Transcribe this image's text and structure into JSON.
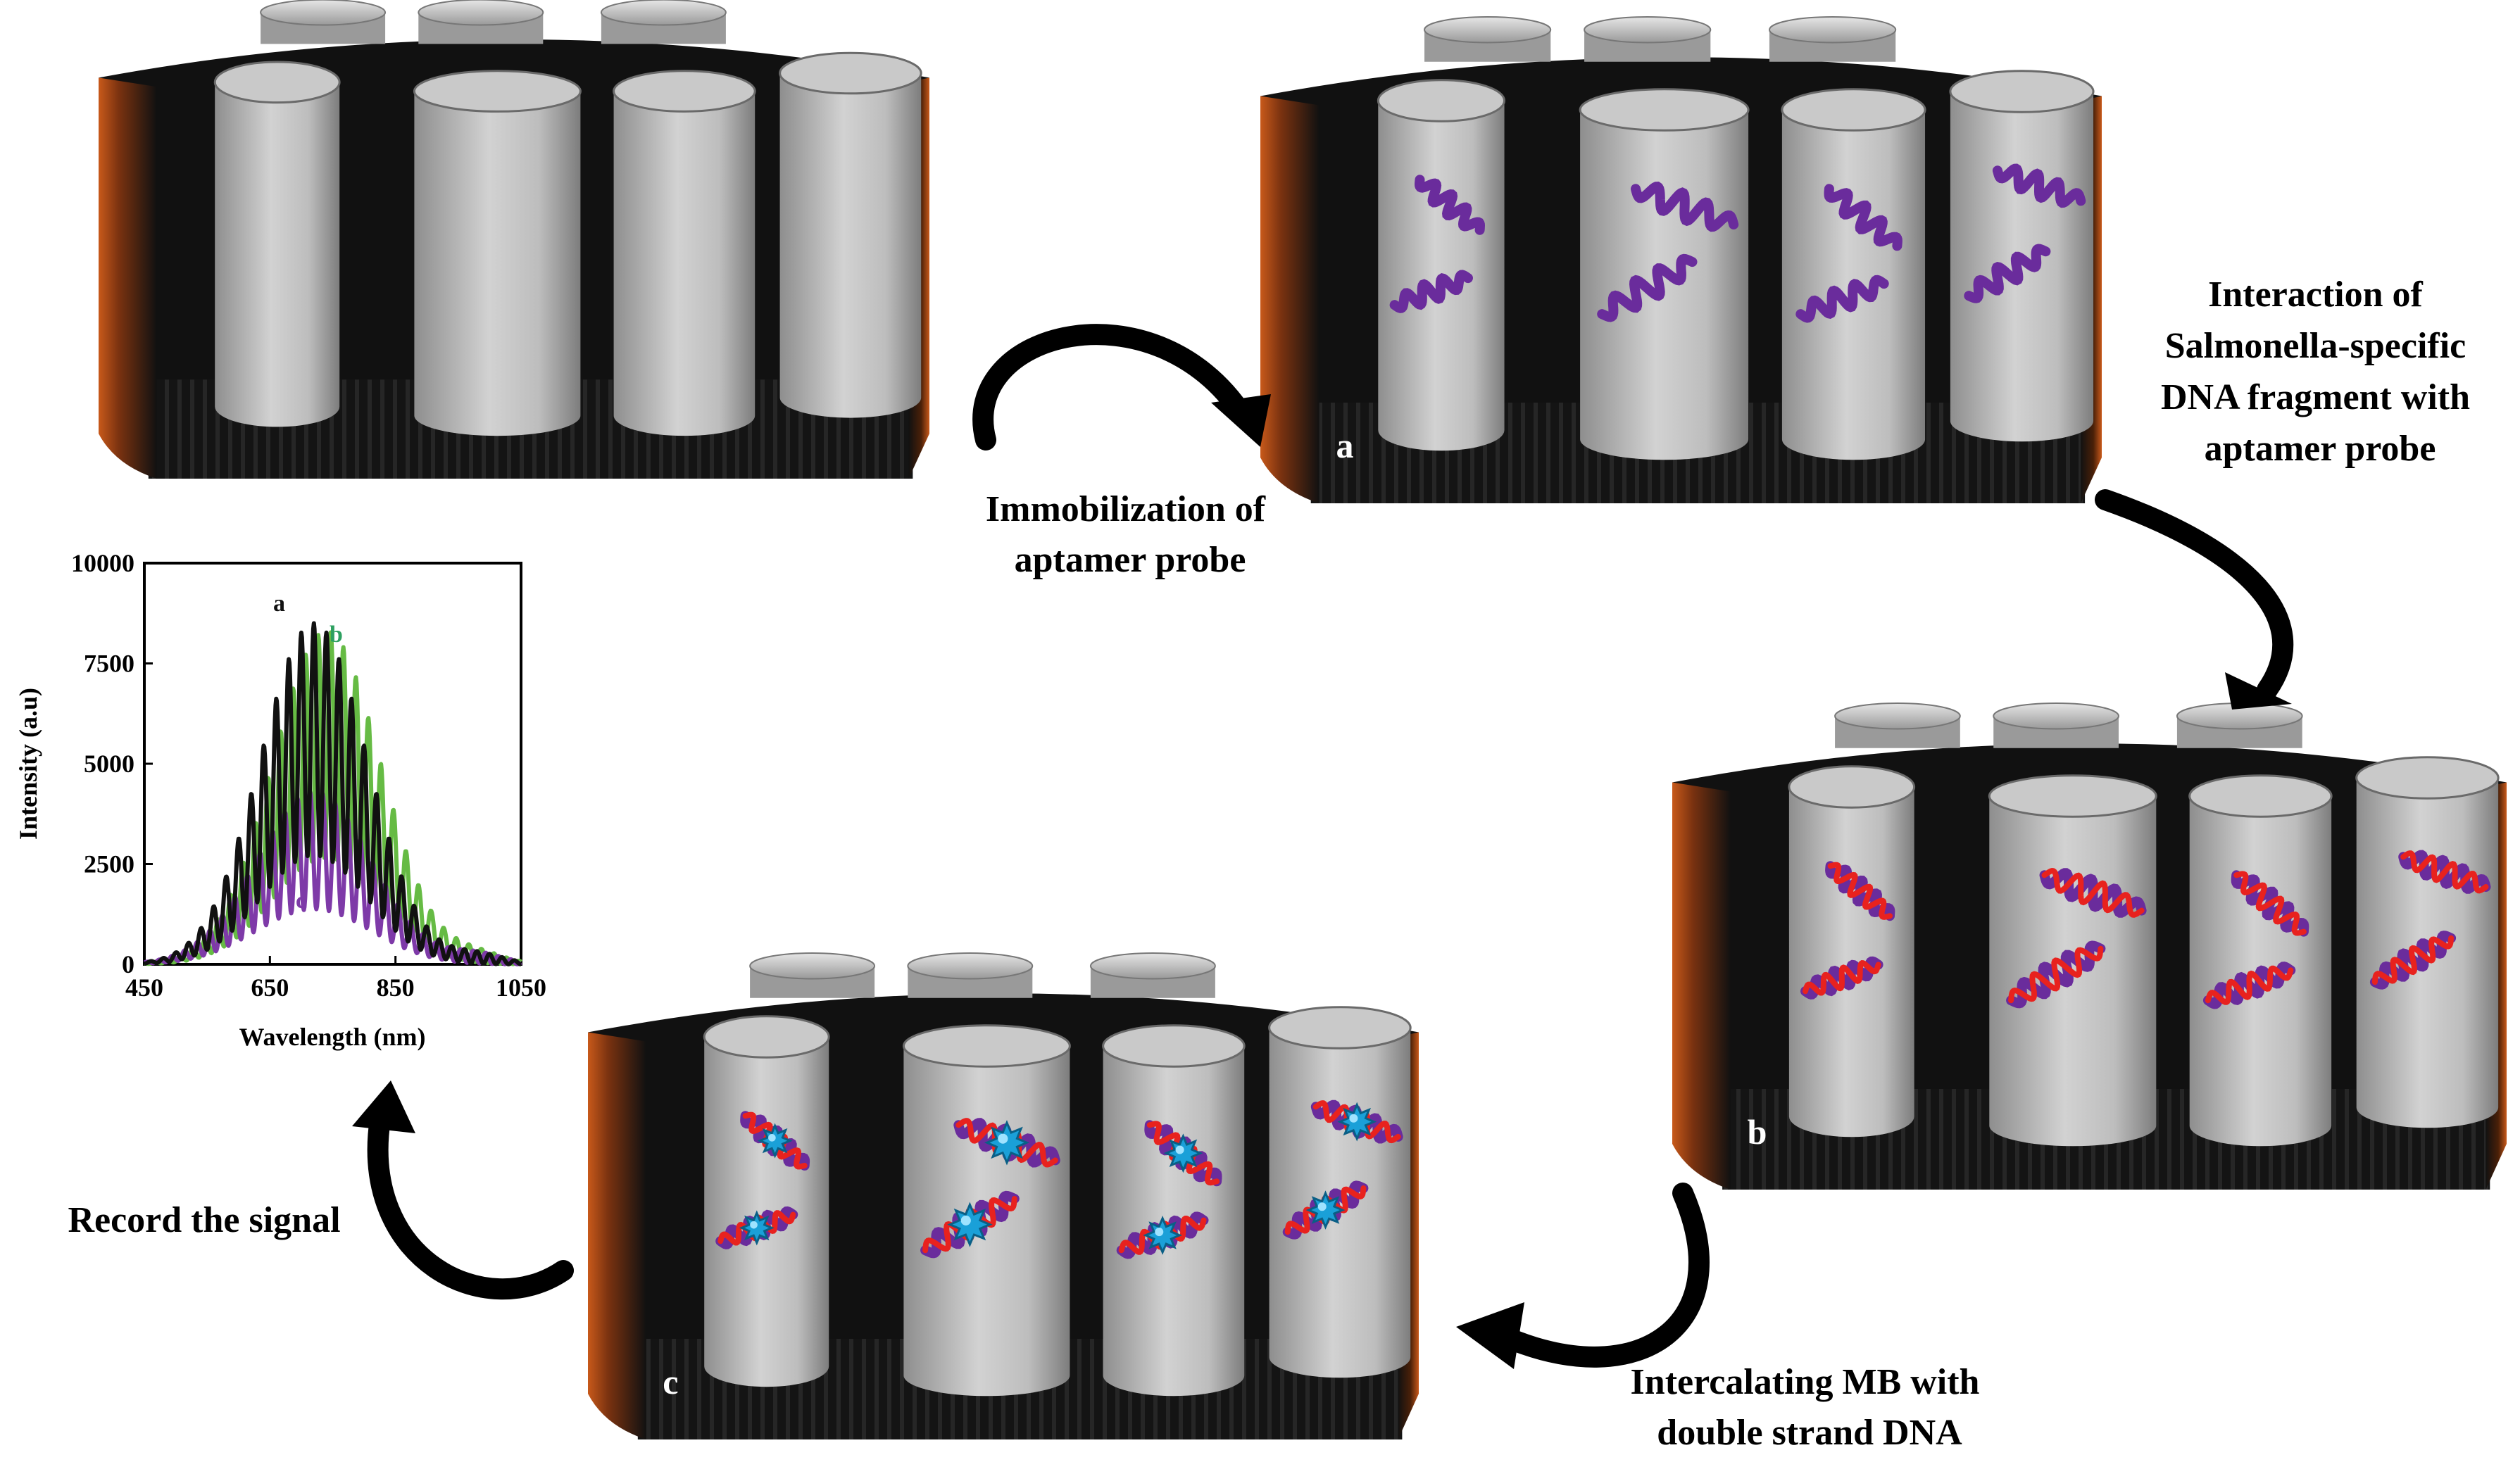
{
  "panels": {
    "bare": {
      "letter": ""
    },
    "a": {
      "letter": "a"
    },
    "b": {
      "letter": "b"
    },
    "c": {
      "letter": "c"
    }
  },
  "steps": {
    "immobilization": [
      "Immobilization  of",
      "aptamer probe"
    ],
    "interaction": [
      "Interaction  of",
      "Salmonella-specific",
      "DNA fragment with",
      "aptamer probe"
    ],
    "intercalating": [
      "Intercalating  MB with",
      "double strand DNA"
    ],
    "record": [
      "Record the signal"
    ]
  },
  "colors": {
    "aptamer": "#6a2c9c",
    "target_dna": "#e8221e",
    "methylene_blue": "#1aa0d8",
    "holder_dark": "#111111",
    "holder_orange": "#c8591a",
    "well": "#b8b8b8"
  },
  "chart_data": {
    "type": "line",
    "xlabel": "Wavelength (nm)",
    "ylabel": "Intensity (a.u)",
    "xlim": [
      450,
      1050
    ],
    "ylim": [
      0,
      10000
    ],
    "xticks": [
      "450",
      "650",
      "850",
      "1050"
    ],
    "yticks": [
      "0",
      "2500",
      "5000",
      "7500",
      "10000"
    ],
    "series": [
      {
        "name": "a",
        "color": "#111111",
        "peak": 8500,
        "center": 720,
        "width": 120,
        "period": 20,
        "phase": 0
      },
      {
        "name": "b",
        "color": "#66bb44",
        "peak": 8300,
        "center": 740,
        "width": 122,
        "period": 20,
        "phase": 7
      },
      {
        "name": "c",
        "color": "#7e3aa8",
        "peak": 4300,
        "center": 720,
        "width": 130,
        "period": 20,
        "phase": 14
      }
    ]
  }
}
